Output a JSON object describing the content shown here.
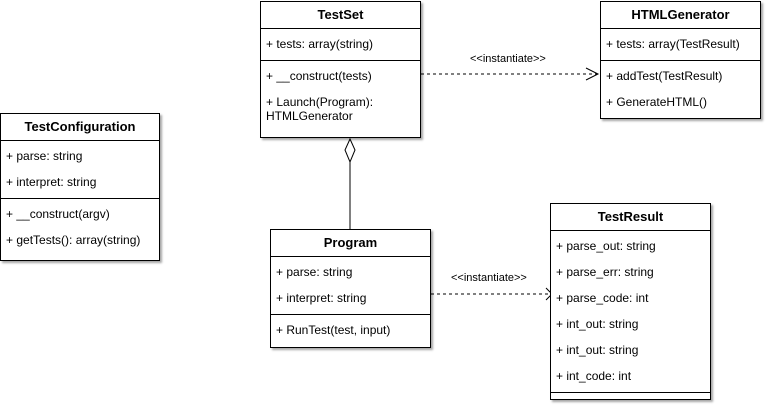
{
  "classes": {
    "testset": {
      "name": "TestSet",
      "attributes": [
        "+ tests: array(string)"
      ],
      "methods": [
        "+ __construct(tests)",
        "+ Launch(Program): HTMLGenerator"
      ]
    },
    "htmlgenerator": {
      "name": "HTMLGenerator",
      "attributes": [
        "+ tests: array(TestResult)"
      ],
      "methods": [
        "+ addTest(TestResult)",
        "+ GenerateHTML()"
      ]
    },
    "testconfiguration": {
      "name": "TestConfiguration",
      "attributes": [
        "+ parse: string",
        "+ interpret: string"
      ],
      "methods": [
        "+ __construct(argv)",
        "+ getTests(): array(string)"
      ]
    },
    "program": {
      "name": "Program",
      "attributes": [
        "+ parse: string",
        "+ interpret: string"
      ],
      "methods": [
        "+ RunTest(test, input)"
      ]
    },
    "testresult": {
      "name": "TestResult",
      "attributes": [
        "+ parse_out: string",
        "+ parse_err: string",
        "+ parse_code: int",
        "+ int_out: string",
        "+ int_out: string",
        "+ int_code: int"
      ],
      "methods": []
    }
  },
  "relations": {
    "testset_htmlgenerator": {
      "type": "dependency",
      "label": "<<instantiate>>"
    },
    "program_testresult": {
      "type": "dependency",
      "label": "<<instantiate>>"
    },
    "program_testset": {
      "type": "aggregation"
    }
  }
}
